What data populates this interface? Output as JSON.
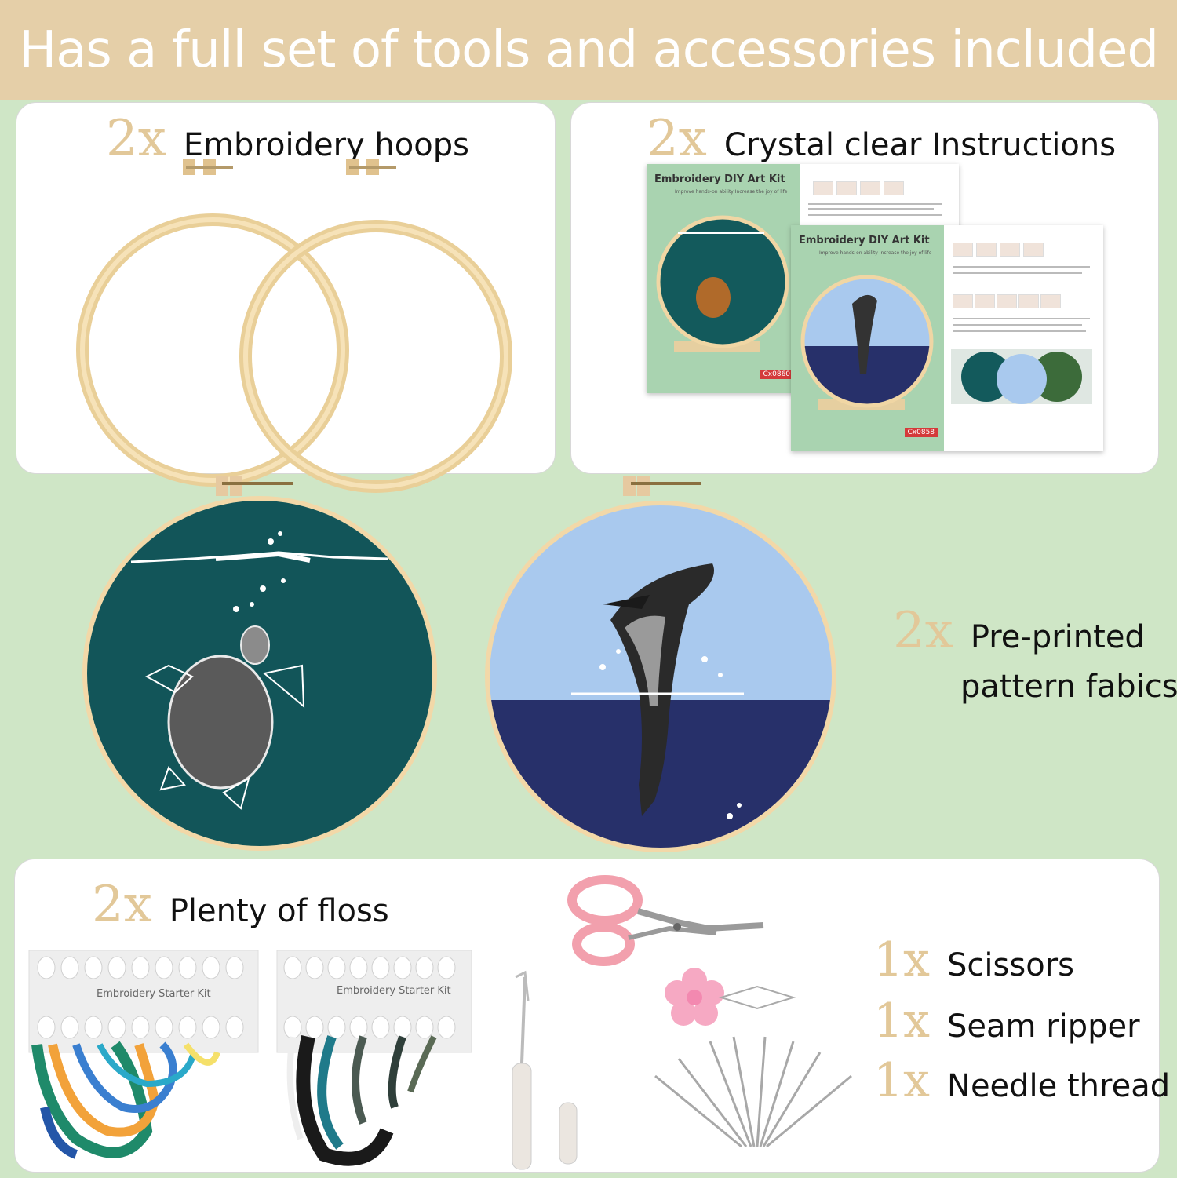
{
  "banner": {
    "title": "Has a full set of tools and accessories included"
  },
  "hoops": {
    "qty": "2x",
    "label": "Embroidery hoops"
  },
  "instructions": {
    "qty": "2x",
    "label": "Crystal clear Instructions",
    "doc_title": "Embroidery DIY Art Kit",
    "doc_subtitle": "Improve hands-on ability   Increase the joy of life",
    "doc1_code": "Cx0860",
    "doc2_code": "Cx0858"
  },
  "fabrics": {
    "qty": "2x",
    "label_line1": "Pre-printed",
    "label_line2": "pattern fabics"
  },
  "floss": {
    "qty": "2x",
    "label": "Plenty of floss",
    "card_label": "Embroidery Starter Kit"
  },
  "tools": [
    {
      "qty": "1x",
      "label": "Scissors"
    },
    {
      "qty": "1x",
      "label": "Seam ripper"
    },
    {
      "qty": "1x",
      "label": "Needle thread"
    }
  ],
  "colors": {
    "banner": "#e5cfa8",
    "background": "#cfe6c6",
    "qty_gold": "#e2c899",
    "hoop_wood": "#f0d6a4",
    "turtle_fabric": "#125559",
    "whale_sky": "#a9c9ee",
    "whale_sea": "#27306a",
    "scissors_pink": "#f2a0ad"
  }
}
